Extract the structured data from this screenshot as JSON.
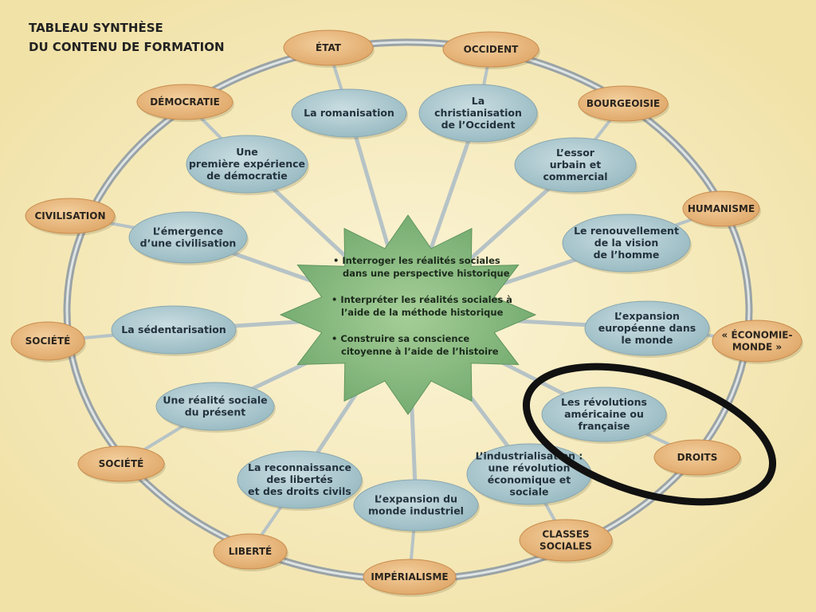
{
  "title": [
    "TABLEAU SYNTHÈSE",
    "DU CONTENU DE FORMATION"
  ],
  "center": [
    [
      "• Interroger les réalités sociales",
      "dans une perspective historique"
    ],
    [
      "• Interpréter les réalités sociales à",
      "l’aide de la méthode historique"
    ],
    [
      "• Construire sa conscience",
      "citoyenne à l’aide de l’histoire"
    ]
  ],
  "inner_nodes": [
    {
      "lines": [
        "La romanisation"
      ]
    },
    {
      "lines": [
        "La",
        "christianisation",
        "de l’Occident"
      ]
    },
    {
      "lines": [
        "L’essor",
        "urbain et",
        "commercial"
      ]
    },
    {
      "lines": [
        "Le renouvellement",
        "de la vision",
        "de l’homme"
      ]
    },
    {
      "lines": [
        "L’expansion",
        "européenne dans",
        "le monde"
      ]
    },
    {
      "lines": [
        "Les révolutions",
        "américaine ou",
        "française"
      ]
    },
    {
      "lines": [
        "L’industrialisation :",
        "une révolution",
        "économique et",
        "sociale"
      ]
    },
    {
      "lines": [
        "L’expansion du",
        "monde industriel"
      ]
    },
    {
      "lines": [
        "La reconnaissance",
        "des libertés",
        "et des droits civils"
      ]
    },
    {
      "lines": [
        "Une réalité sociale",
        "du présent"
      ]
    },
    {
      "lines": [
        "La sédentarisation"
      ]
    },
    {
      "lines": [
        "L’émergence",
        "d’une civilisation"
      ]
    },
    {
      "lines": [
        "Une",
        "première expérience",
        "de démocratie"
      ]
    }
  ],
  "outer_nodes": [
    {
      "lines": [
        "ÉTAT"
      ]
    },
    {
      "lines": [
        "OCCIDENT"
      ]
    },
    {
      "lines": [
        "BOURGEOISIE"
      ]
    },
    {
      "lines": [
        "HUMANISME"
      ]
    },
    {
      "lines": [
        "« ÉCONOMIE-",
        "MONDE »"
      ]
    },
    {
      "lines": [
        "DROITS"
      ]
    },
    {
      "lines": [
        "CLASSES",
        "SOCIALES"
      ]
    },
    {
      "lines": [
        "IMPÉRIALISME"
      ]
    },
    {
      "lines": [
        "LIBERTÉ"
      ]
    },
    {
      "lines": [
        "SOCIÉTÉ"
      ]
    },
    {
      "lines": [
        "SOCIÉTÉ"
      ]
    },
    {
      "lines": [
        "CIVILISATION"
      ]
    },
    {
      "lines": [
        "DÉMOCRATIE"
      ]
    }
  ],
  "colors": {
    "background": "#f5e9b8",
    "ring": "#9aa3a6",
    "ring_highlight": "#dfe5e6",
    "blue_node": "#a9c5cc",
    "orange_node": "#e7b57a",
    "star": "#7fb27a",
    "annotation": "#111111"
  }
}
